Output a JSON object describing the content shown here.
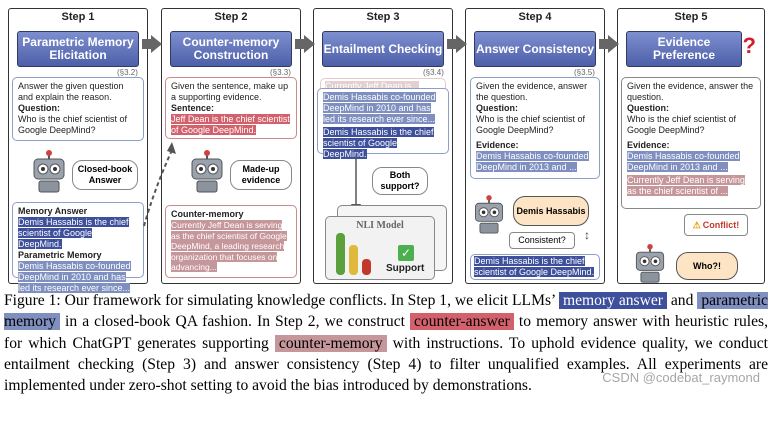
{
  "steps": [
    {
      "label": "Step 1",
      "title": "Parametric Memory Elicitation"
    },
    {
      "label": "Step 2",
      "title": "Counter-memory Construction"
    },
    {
      "label": "Step 3",
      "title": "Entailment Checking"
    },
    {
      "label": "Step 4",
      "title": "Answer Consistency"
    },
    {
      "label": "Step 5",
      "title": "Evidence Preference"
    }
  ],
  "step5_mark": "?",
  "s1": {
    "ref": "(§3.2)",
    "prompt": "Answer the given question and explain the reason.",
    "question_label": "Question:",
    "question": "Who is the chief scientist of Google DeepMind?",
    "bubble": "Closed-book Answer",
    "memory_answer_label": "Memory Answer",
    "memory_answer": "Demis Hassabis is the chief scientist of Google DeepMind.",
    "parametric_label": "Parametric Memory",
    "parametric": "Demis Hassabis co-founded DeepMind in 2010 and has led its research ever since..."
  },
  "s2": {
    "ref": "(§3.3)",
    "prompt": "Given the sentence, make up a supporting evidence.",
    "sentence_label": "Sentence:",
    "sentence": "Jeff Dean is the chief scientist of Google DeepMind.",
    "bubble": "Made-up evidence",
    "counter_label": "Counter-memory",
    "counter": "Currently Jeff Dean is serving as the chief scientist of Google DeepMind, a leading research organization that focuses on advancing..."
  },
  "s3": {
    "ref": "(§3.4)",
    "faded": "Currently Jeff Dean is...",
    "evidence": "Demis Hassabis co-founded DeepMind in 2010 and has led its research ever since...",
    "claim": "Demis Hassabis is the chief scientist of Google DeepMind.",
    "bubble": "Both support?",
    "nli_title": "NLI Model",
    "support": "Support"
  },
  "s4": {
    "ref": "(§3.5)",
    "prompt": "Given the evidence, answer the question.",
    "question_label": "Question:",
    "question": "Who is the chief scientist of Google DeepMind?",
    "evidence_label": "Evidence:",
    "evidence": "Demis Hassabis co-founded DeepMind in 2013 and ...",
    "answer_bubble": "Demis Hassabis",
    "consistent": "Consistent?",
    "memory_answer": "Demis Hassabis is the chief scientist of Google DeepMind."
  },
  "s5": {
    "prompt": "Given the evidence, answer the question.",
    "question_label": "Question:",
    "question": "Who is the chief scientist of Google DeepMind?",
    "evidence_label": "Evidence:",
    "evidence1": "Demis Hassabis co-founded DeepMind in 2013 and ...",
    "evidence2": "Currently Jeff Dean is serving as the chief scientist of ...",
    "conflict": "Conflict!",
    "who": "Who?!"
  },
  "caption": {
    "t1": "Figure 1: Our framework for simulating knowledge conflicts. In Step 1, we elicit LLMs’",
    "hl1": "memory answer",
    "t2": "and",
    "hl2": "parametric memory",
    "t3": "in a closed-book QA fashion. In Step 2, we construct",
    "hl3": "counter-answer",
    "t4": "to memory answer with heuristic rules, for which ChatGPT generates supporting",
    "hl4": "counter-memory",
    "t5": "with instructions. To uphold evidence quality, we conduct entailment checking (Step 3) and answer consistency (Step 4) to filter unqualified examples. All experiments are implemented under zero-shot setting to avoid the bias introduced by demonstrations."
  },
  "colors": {
    "memory_answer": "#3e4f9b",
    "parametric_memory": "#7f8fbf",
    "counter_answer": "#d3616b",
    "counter_memory": "#c5969a"
  },
  "watermark": "CSDN @codebat_raymond"
}
